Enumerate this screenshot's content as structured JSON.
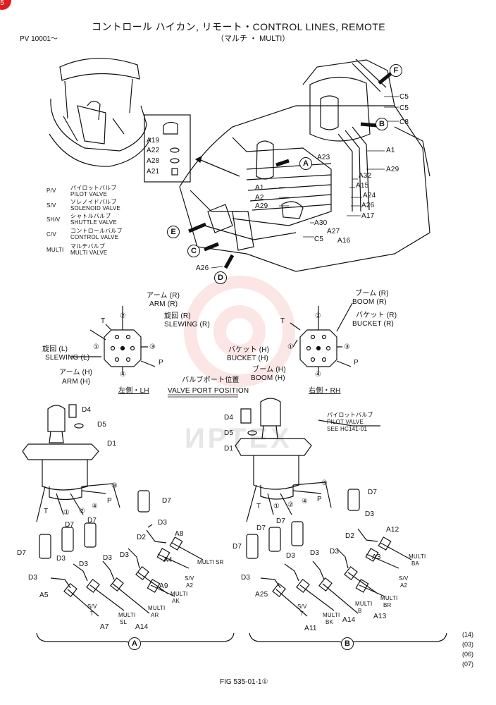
{
  "header": {
    "title": "コントロール ハイカン, リモート・CONTROL LINES, REMOTE",
    "subtitle": "（マルチ ・ MULTI）",
    "serial": "PV 10001～",
    "corner_mark": "5"
  },
  "watermark": "ИРТЕХ",
  "legend": [
    {
      "code": "P/V",
      "jp": "パイロットバルブ",
      "en": "PILOT VALVE"
    },
    {
      "code": "S/V",
      "jp": "ソレノイドバルブ",
      "en": "SOLENOID VALVE"
    },
    {
      "code": "SH/V",
      "jp": "シャトルバルブ",
      "en": "SHUTTLE VALVE"
    },
    {
      "code": "C/V",
      "jp": "コントロールバルブ",
      "en": "CONTROL VALVE"
    },
    {
      "code": "MULTI",
      "jp": "マルチバルブ",
      "en": "MULTI VALVE"
    }
  ],
  "clamp_parts": [
    "A19",
    "A22",
    "A28",
    "A21"
  ],
  "main_labels": {
    "c5a": "C5",
    "c5b": "C5",
    "c8": "C8",
    "a1r": "A1",
    "a29r": "A29",
    "a23": "A23",
    "a32": "A32",
    "a15": "A15",
    "a24": "A24",
    "a26r": "A26",
    "a17": "A17",
    "a27": "A27",
    "a16": "A16",
    "a30": "A30",
    "c5c": "C5",
    "a1l": "A1",
    "a2": "A2",
    "a29l": "A29",
    "a26l": "A26"
  },
  "view_markers": [
    "A",
    "B",
    "C",
    "D",
    "E",
    "F"
  ],
  "valve_lh": {
    "arm_r_jp": "アーム (R)",
    "arm_r": "ARM (R)",
    "slew_r_jp": "旋回 (R)",
    "slew_r": "SLEWING (R)",
    "slew_l_jp": "旋回 (L)",
    "slew_l": "SLEWING (L)",
    "arm_h_jp": "アーム (H)",
    "arm_h": "ARM (H)",
    "t": "T",
    "p": "P",
    "side_label": "左側・LH",
    "ports": [
      "①",
      "②",
      "③",
      "④"
    ]
  },
  "valve_port_position": {
    "jp": "バルブポート位置",
    "en": "VALVE PORT POSITION"
  },
  "valve_rh": {
    "boom_r_jp": "ブーム (R)",
    "boom_r": "BOOM (R)",
    "bucket_r_jp": "バケット (R)",
    "bucket_r": "BUCKET (R)",
    "bucket_h_jp": "バケット (H)",
    "bucket_h": "BUCKET (H)",
    "boom_h_jp": "ブーム (H)",
    "boom_h": "BOOM (H)",
    "t": "T",
    "p": "P",
    "side_label": "右側・RH",
    "ports": [
      "①",
      "②",
      "③",
      "④"
    ]
  },
  "detail_a": {
    "labels": [
      "D4",
      "D5",
      "D1",
      "D7",
      "D7",
      "D7",
      "D7",
      "D3",
      "D3",
      "D3",
      "D3",
      "D2",
      "D3",
      "A8",
      "A4",
      "A9",
      "A5",
      "A7",
      "A14"
    ],
    "port_marks": [
      "③",
      "P",
      "T",
      "①",
      "②",
      "④"
    ],
    "multi_labels": [
      "MULTI",
      "MULTI",
      "MULTI",
      "MULTI"
    ],
    "multi_sub": [
      "SR",
      "AK",
      "AR",
      "SL"
    ],
    "sv_labels": [
      "S/V",
      "S/V"
    ],
    "sv_sub": [
      "A2",
      "T"
    ],
    "caption": "A"
  },
  "detail_b": {
    "pilot_note": [
      "パイロットバルブ",
      "PILOT VALVE",
      "SEE HC141-01"
    ],
    "labels": [
      "D4",
      "D5",
      "D1",
      "D7",
      "D7",
      "D7",
      "D7",
      "D3",
      "D3",
      "D3",
      "D3",
      "D2",
      "D3",
      "A12",
      "A3",
      "A25",
      "A11",
      "A14",
      "A13"
    ],
    "port_marks": [
      "③",
      "P",
      "T",
      "①",
      "②",
      "④"
    ],
    "multi_labels": [
      "MULTI",
      "MULTI",
      "MULTI",
      "MULTI"
    ],
    "multi_sub": [
      "BA",
      "B",
      "BR",
      "BK"
    ],
    "sv_labels": [
      "S/V",
      "S/V"
    ],
    "sv_sub": [
      "A2",
      "T"
    ],
    "caption": "B"
  },
  "codes": [
    "(14)",
    "(03)",
    "(06)",
    "(07)"
  ],
  "figure_number": "FIG 535-01-1①"
}
